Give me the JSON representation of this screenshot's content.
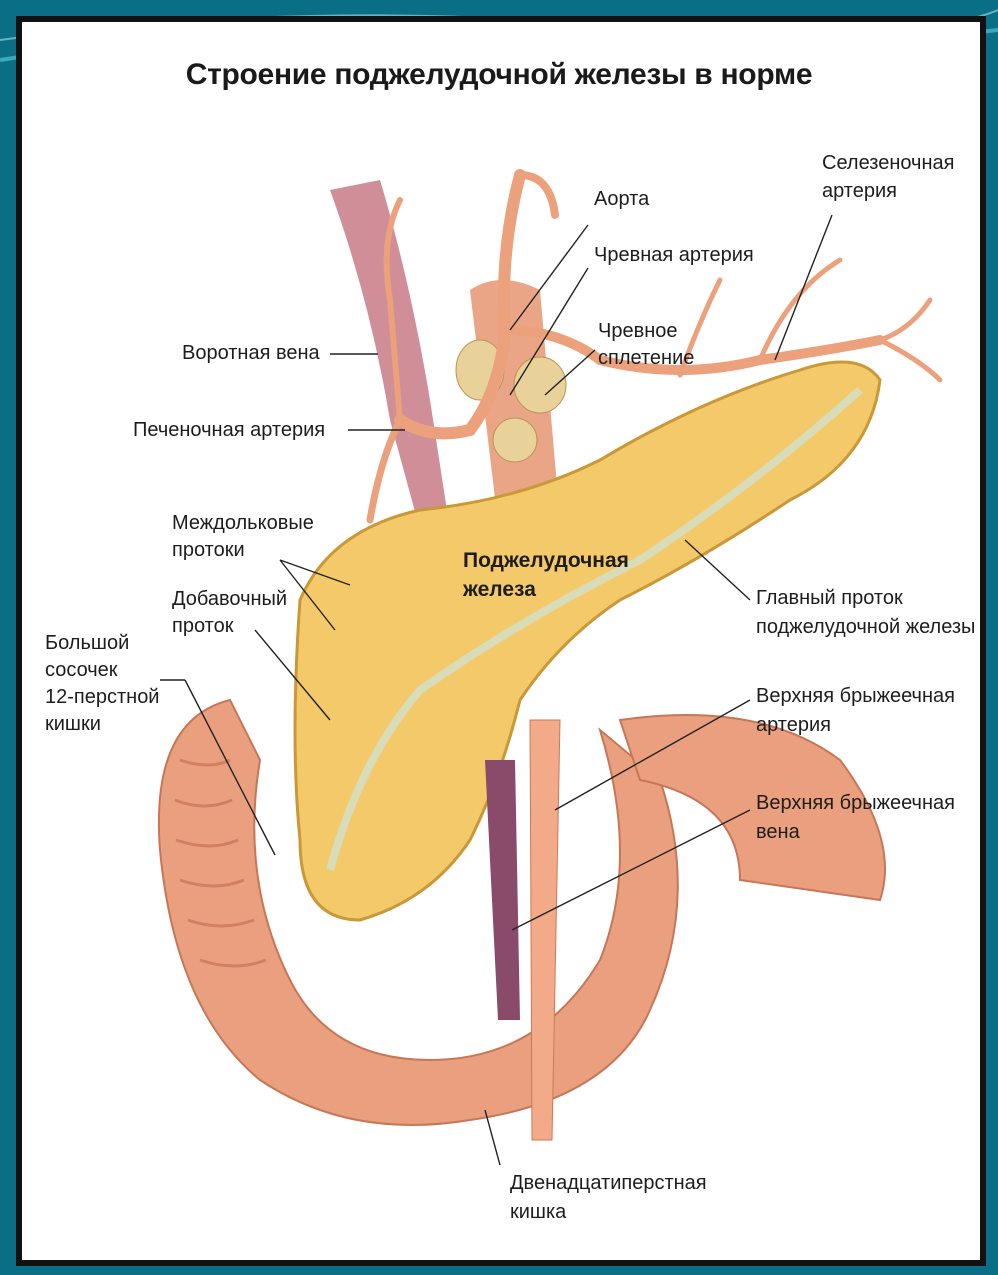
{
  "title": "Строение поджелудочной железы в норме",
  "labels": {
    "aorta": "Аорта",
    "celiac_artery": "Чревная артерия",
    "celiac_plexus_1": "Чревное",
    "celiac_plexus_2": "сплетение",
    "splenic_artery_1": "Селезеночная",
    "splenic_artery_2": "артерия",
    "portal_vein": "Воротная вена",
    "hepatic_artery": "Печеночная артерия",
    "interlobular_ducts_1": "Междольковые",
    "interlobular_ducts_2": "протоки",
    "accessory_duct_1": "Добавочный",
    "accessory_duct_2": "проток",
    "papilla_1": "Большой",
    "papilla_2": "сосочек",
    "papilla_3": "12-перстной",
    "papilla_4": "кишки",
    "pancreas_1": "Поджелудочная",
    "pancreas_2": "железа",
    "main_duct_1": "Главный проток",
    "main_duct_2": "поджелудочной железы",
    "sma_1": "Верхняя брыжеечная",
    "sma_2": "артерия",
    "smv_1": "Верхняя брыжеечная",
    "smv_2": "вена",
    "duodenum_1": "Двенадцатиперстная",
    "duodenum_2": "кишка"
  },
  "colors": {
    "background": "#0a6f86",
    "pancreas": "#f2c66a",
    "artery": "#f0a07a",
    "vein": "#8a4a6a",
    "duodenum": "#e89a78"
  }
}
